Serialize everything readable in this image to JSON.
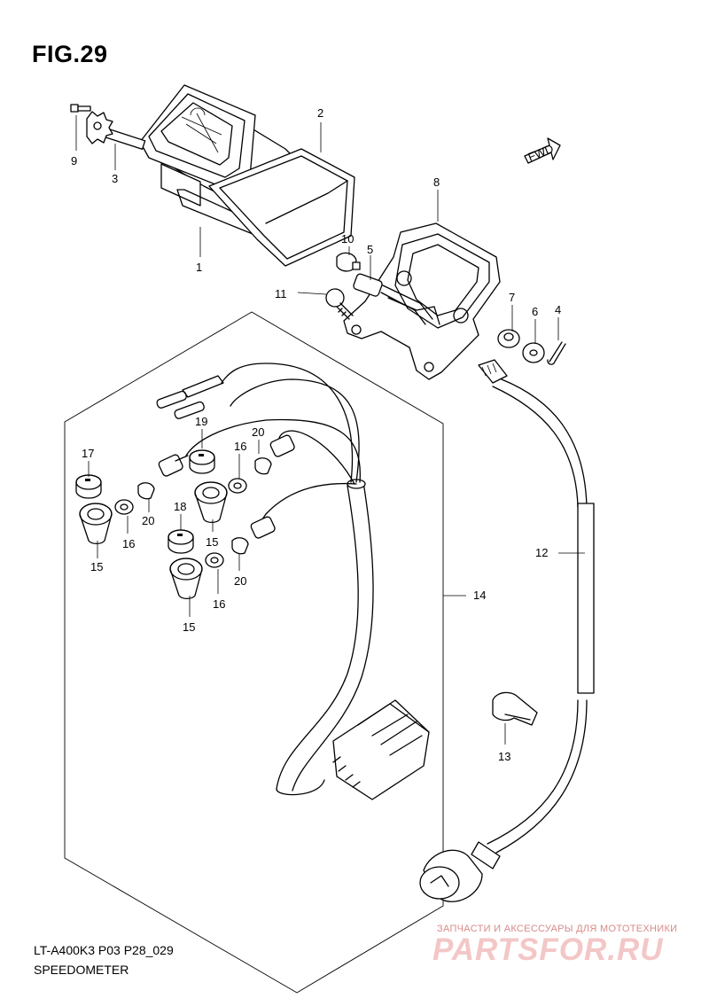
{
  "figure": {
    "title": "FIG.29",
    "model_code": "LT-A400K3 P03 P28_029",
    "name": "SPEEDOMETER"
  },
  "fwd_label": "FWD",
  "callouts": {
    "c1": "1",
    "c2": "2",
    "c3": "3",
    "c4": "4",
    "c5": "5",
    "c6": "6",
    "c7": "7",
    "c8": "8",
    "c9": "9",
    "c10": "10",
    "c11": "11",
    "c12": "12",
    "c13": "13",
    "c14": "14",
    "c15a": "15",
    "c15b": "15",
    "c15c": "15",
    "c16a": "16",
    "c16b": "16",
    "c16c": "16",
    "c17": "17",
    "c18": "18",
    "c19": "19",
    "c20a": "20",
    "c20b": "20",
    "c20c": "20"
  },
  "watermark": {
    "tagline": "ЗАПЧАСТИ И АКСЕССУАРЫ ДЛЯ МОТОТЕХНИКИ",
    "brand": "PARTSFOR.RU"
  }
}
